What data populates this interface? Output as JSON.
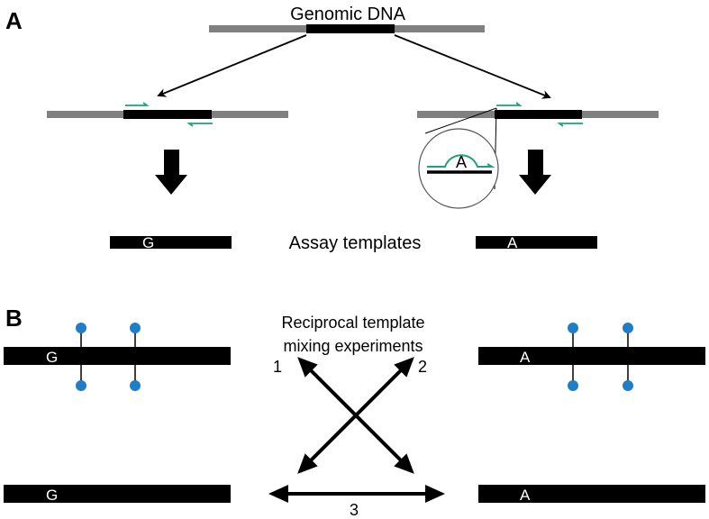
{
  "panels": {
    "a": "A",
    "b": "B"
  },
  "panel_a": {
    "genomic_label": "Genomic DNA",
    "assay_label": "Assay templates",
    "template_left": "G",
    "template_right": "A",
    "mismatch_base": "A"
  },
  "panel_b": {
    "title_line1": "Reciprocal template",
    "title_line2": "mixing experiments",
    "top_left_template": "G",
    "top_right_template": "A",
    "bottom_left_template": "G",
    "bottom_right_template": "A",
    "arrow1": "1",
    "arrow2": "2",
    "arrow3": "3"
  },
  "colors": {
    "dna_flank": "#808080",
    "dna_core": "#000000",
    "primer": "#1aa37a",
    "probe": "#1f7ec6",
    "arrow": "#000000"
  }
}
